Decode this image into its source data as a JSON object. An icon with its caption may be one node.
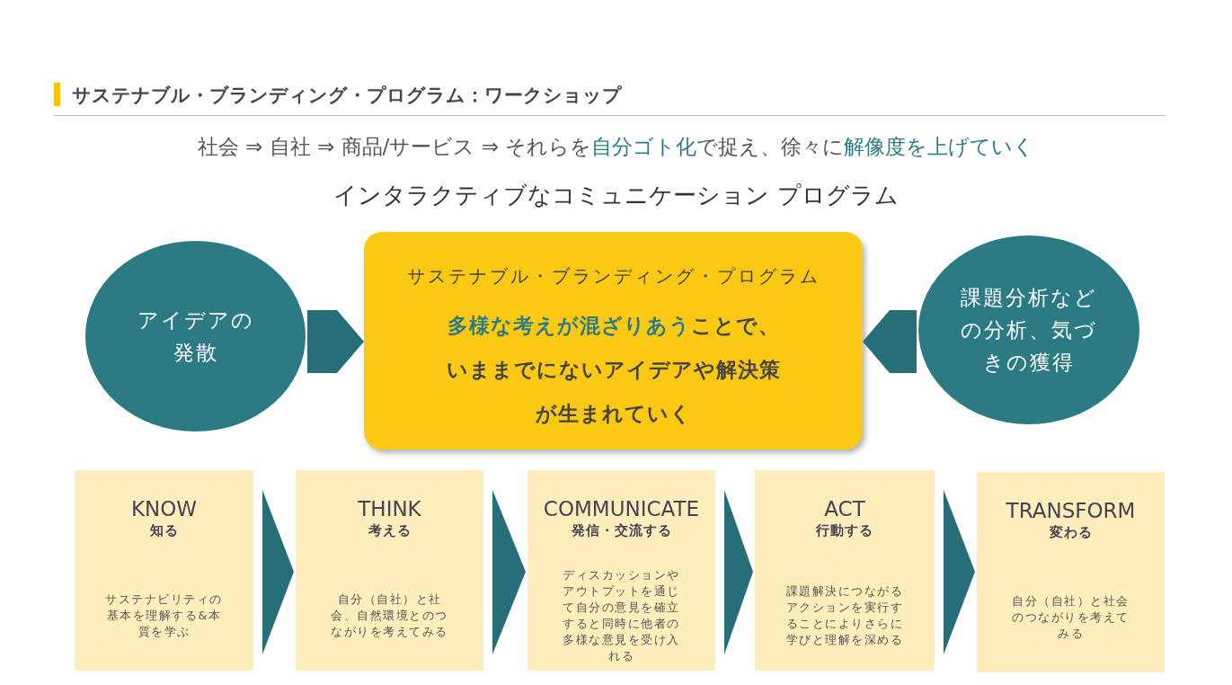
{
  "diagram": {
    "title": "サステナブル・ブランディング・プログラム：ワークショップ",
    "nodes": [
      {
        "text": [
          "アイデアの発散"
        ]
      },
      {
        "text": [
          "サステナブル・ブランディング・プログラム",
          "**多様な考えが混ざりあう**ことで、いままでにないアイデアや解決策が生まれていく"
        ]
      },
      {
        "text": [
          "課題分析などの分析、気づきの獲得"
        ]
      },
      {
        "text": [
          "KNOW",
          "知る",
          "サステナビリティの基本を理解する&本質を学ぶ"
        ]
      },
      {
        "text": [
          "THINK",
          "考える",
          "自分（自社）と社会、自然環境とのつながりを考えてみる"
        ]
      },
      {
        "text": [
          "COMMUNICATE",
          "発信・交流する",
          "ディスカッションやアウトプットを通じて自分の意見を確立すると同時に他者の多様な意見を受け入れる"
        ]
      },
      {
        "text": [
          "ACT",
          "行動する",
          "課題解決につながるアクションを実行することによりさらに学びと理解を深める"
        ]
      },
      {
        "text": [
          "TRANSFORM",
          "変わる",
          "自分（自社）と社会のつながりを考えてみる"
        ]
      }
    ],
    "edges": [
      {
        "from": 0,
        "to": 1,
        "arrow": "to"
      },
      {
        "from": 2,
        "to": 1,
        "arrow": "to"
      },
      {
        "from": 3,
        "to": 4,
        "arrow": "to"
      },
      {
        "from": 4,
        "to": 5,
        "arrow": "to"
      },
      {
        "from": 5,
        "to": 6,
        "arrow": "to"
      },
      {
        "from": 6,
        "to": 7,
        "arrow": "to"
      }
    ],
    "labels": [
      "社会 ⇒ 自社 ⇒ 商品/サービス ⇒ それらを**自分ゴト化**で捉え、徐々に**解像度を上げていく**",
      "インタラクティブなコミュニケーション プログラム"
    ]
  }
}
